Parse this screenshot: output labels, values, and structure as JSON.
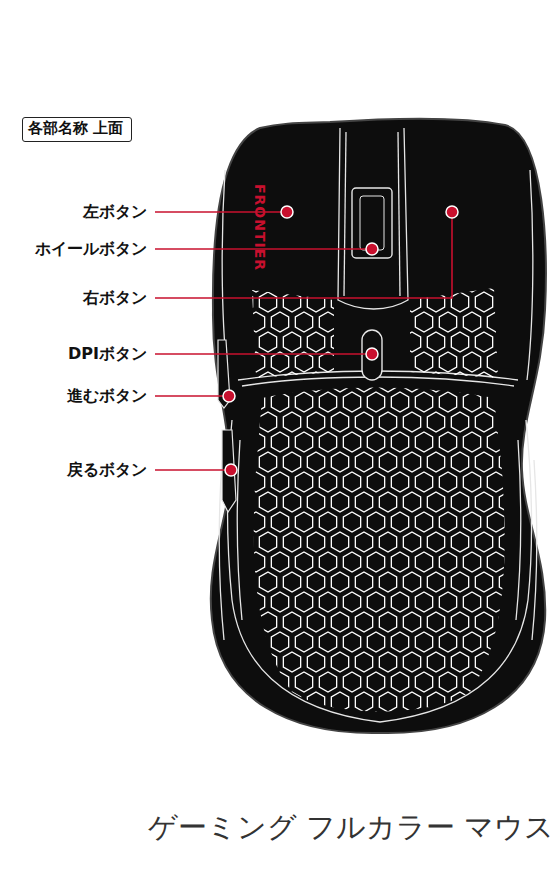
{
  "diagram": {
    "caption": "ゲーミング フルカラー マウス",
    "nodes": [
      {
        "text": [
          "各部名称 上面"
        ]
      }
    ],
    "labels": [
      "左ボタン",
      "ホイールボタン",
      "右ボタン",
      "DPIボタン",
      "進むボタン",
      "戻るボタン",
      "FRONTIER"
    ]
  }
}
